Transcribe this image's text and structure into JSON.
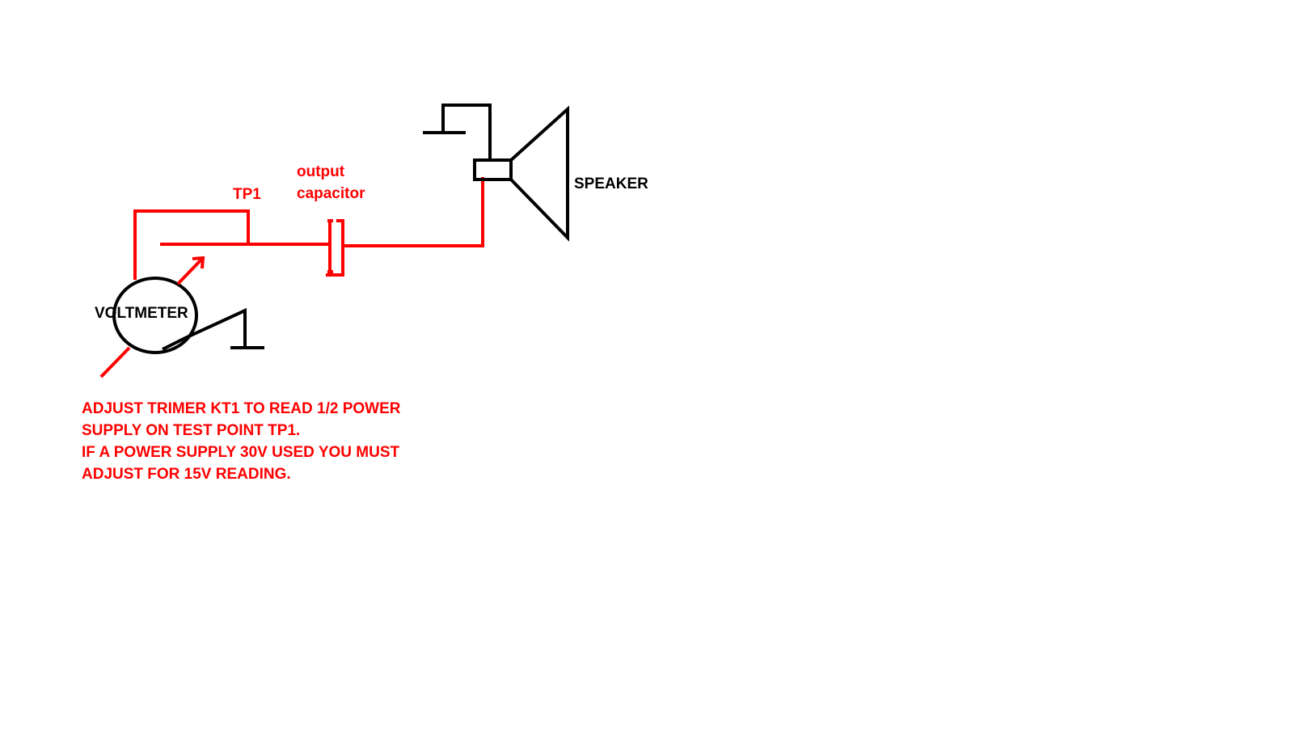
{
  "labels": {
    "tp1": "TP1",
    "capacitor_line1": "output",
    "capacitor_line2": "capacitor",
    "speaker": "SPEAKER",
    "voltmeter": "VOLTMETER"
  },
  "instructions": [
    "ADJUST TRIMER KT1 TO READ 1/2 POWER",
    "SUPPLY ON TEST POINT TP1.",
    "IF A POWER SUPPLY 30V USED YOU MUST",
    "ADJUST FOR 15V READING."
  ],
  "colors": {
    "wire_signal": "#ff0000",
    "wire_ground": "#000000",
    "background": "#ffffff"
  }
}
